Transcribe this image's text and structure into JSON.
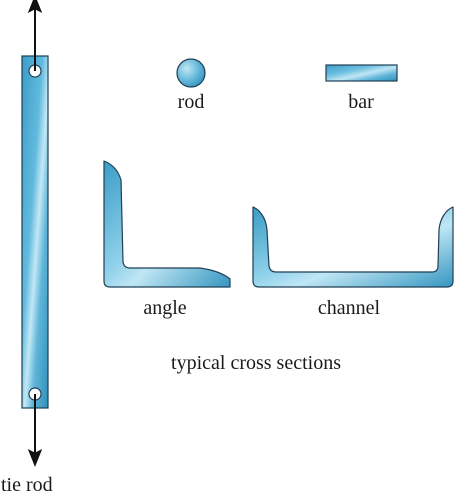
{
  "figure": {
    "labels": {
      "tie_rod": "tie rod",
      "rod": "rod",
      "bar": "bar",
      "angle": "angle",
      "channel": "channel",
      "caption": "typical cross sections"
    },
    "colors": {
      "fill_light": "#aee0f0",
      "fill_mid": "#55b3d6",
      "fill_dark": "#2f8fb9",
      "outline": "#1f3f55",
      "arrow": "#111111"
    }
  }
}
